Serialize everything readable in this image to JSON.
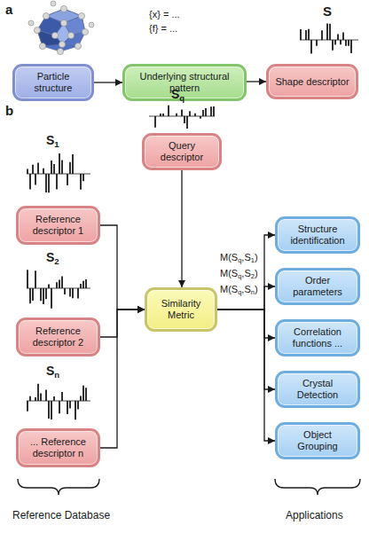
{
  "diagram": {
    "nodes": [
      {
        "text": [
          "Particle structure"
        ]
      },
      {
        "text": [
          "Underlying structural pattern"
        ]
      },
      {
        "text": [
          "Shape descriptor"
        ]
      },
      {
        "text": [
          "Reference descriptor 1"
        ]
      },
      {
        "text": [
          "Query descriptor"
        ]
      },
      {
        "text": [
          "Reference descriptor 2"
        ]
      },
      {
        "text": [
          "Similarity Metric"
        ]
      },
      {
        "text": [
          "... Reference descriptor n"
        ]
      },
      {
        "text": [
          "Structure identification"
        ]
      },
      {
        "text": [
          "Order parameters"
        ]
      },
      {
        "text": [
          "Correlation functions ..."
        ]
      },
      {
        "text": [
          "Crystal Detection"
        ]
      },
      {
        "text": [
          "Object Grouping"
        ]
      }
    ],
    "edges": [
      {
        "from": 0,
        "to": 1,
        "arrow": "to"
      },
      {
        "from": 1,
        "to": 2,
        "arrow": "to"
      },
      {
        "from": 4,
        "to": 6,
        "arrow": "to"
      },
      {
        "from": 3,
        "to": 6,
        "arrow": "to"
      },
      {
        "from": 5,
        "to": 6,
        "arrow": "to"
      },
      {
        "from": 7,
        "to": 6,
        "arrow": "to"
      },
      {
        "from": 6,
        "to": 8,
        "arrow": "to"
      },
      {
        "from": 6,
        "to": 9,
        "arrow": "to"
      },
      {
        "from": 6,
        "to": 10,
        "arrow": "to"
      },
      {
        "from": 6,
        "to": 11,
        "arrow": "to"
      },
      {
        "from": 6,
        "to": 12,
        "arrow": "to"
      }
    ],
    "labels": [
      "a",
      "{x} = ...",
      "{f} = ...",
      "S",
      "b",
      "S",
      "1",
      "S",
      "q",
      "S",
      "2",
      "S",
      "n",
      "M(S",
      "q",
      ",S",
      "1",
      ")",
      "M(S",
      "q",
      ",S",
      "2",
      ")",
      "M(S",
      "q",
      ",S",
      "n",
      ")",
      "Reference Database",
      "Applications"
    ]
  }
}
